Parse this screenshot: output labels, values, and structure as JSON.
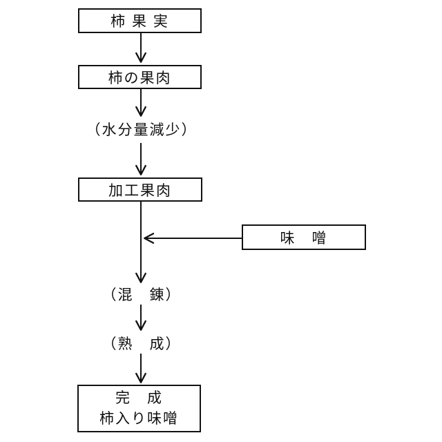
{
  "diagram": {
    "title_hint": "persimmon-miso production flowchart",
    "background_color": "#ffffff",
    "line_color": "#111111",
    "nodes": {
      "persimmon_fruit": "柿 果 実",
      "persimmon_flesh": "柿の果肉",
      "water_reduction": "（水分量減少）",
      "processed_flesh": "加工果肉",
      "miso": "味　噌",
      "kneading": "（混　錬）",
      "ripening": "（熟　成）",
      "finished_line1": "完　成",
      "finished_line2": "柿入り味噌"
    }
  }
}
